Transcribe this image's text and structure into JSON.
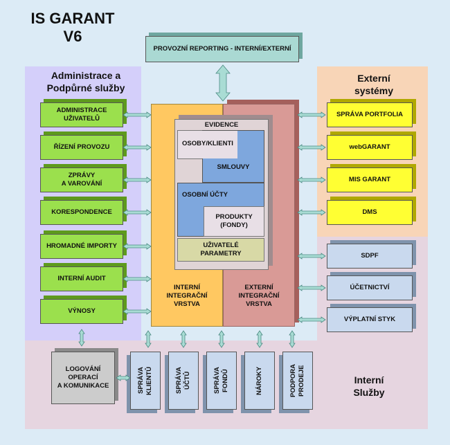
{
  "title": {
    "line1": "IS GARANT",
    "line2": "V6"
  },
  "reporting": "PROVOZNÍ REPORTING - INTERNÍ/EXTERNÍ",
  "admin": {
    "title": "Administrace a\nPodpůrné služby",
    "items": [
      "ADMINISTRACE\nUŽIVATELŮ",
      "ŘÍZENÍ PROVOZU",
      "ZPRÁVY\nA VAROVÁNÍ",
      "KORESPONDENCE",
      "HROMADNÉ IMPORTY",
      "INTERNÍ AUDIT",
      "VÝNOSY"
    ]
  },
  "external": {
    "title": "Externí\nsystémy",
    "items": [
      "SPRÁVA PORTFOLIA",
      "webGARANT",
      "MIS GARANT",
      "DMS"
    ]
  },
  "right_blue": {
    "items": [
      "SDPF",
      "ÚČETNICTVÍ",
      "VÝPLATNÍ STYK"
    ]
  },
  "core": {
    "internal_layer": "INTERNÍ\nINTEGRAČNÍ\nVRSTVA",
    "external_layer": "EXTERNÍ\nINTEGRAČNÍ\nVRSTVA",
    "evidence": "EVIDENCE",
    "persons": "OSOBY/KLIENTI",
    "contracts": "SMLOUVY",
    "personal_accounts": "OSOBNÍ ÚČTY",
    "products": "PRODUKTY\n(FONDY)",
    "users": "UŽIVATELÉ\nPARAMETRY"
  },
  "internal": {
    "title": "Interní\nSlužby",
    "logging": "LOGOVÁNÍ\nOPERACÍ\nA KOMUNIKACE",
    "items": [
      "SPRÁVA\nKLIENTŮ",
      "SPRÁVA\nÚČTŮ",
      "SPRÁVA\nFONDŮ",
      "NÁROKY",
      "PODPORA\nPRODEJE"
    ]
  },
  "colors": {
    "background": "#dcebf6",
    "admin_region": "#d4cffa",
    "external_region": "#f8d5b7",
    "internal_region": "#e6d5e0",
    "internal_layer": "#ffc861",
    "external_layer": "#d99a96",
    "green_box": "#9be04d",
    "yellow_box": "#ffff33",
    "blue_box": "#c9d9ee"
  }
}
